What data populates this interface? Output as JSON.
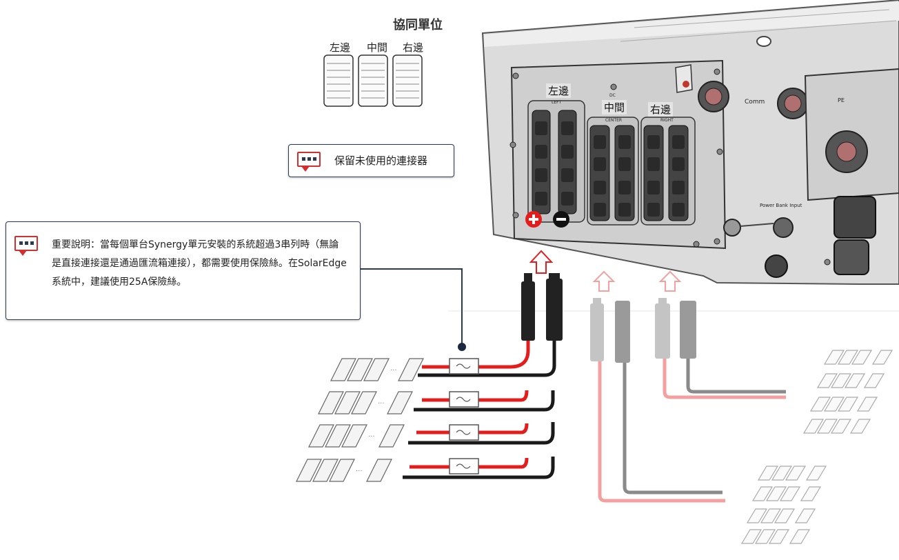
{
  "sync_units": {
    "title": "協同單位",
    "labels": [
      "左邊",
      "中間",
      "右邊"
    ]
  },
  "terminal_labels": [
    "左邊",
    "中間",
    "右邊"
  ],
  "notes": {
    "reserve_connectors": "保留未使用的連接器",
    "important": "重要說明：當每個單台Synergy單元安裝的系統超過3串列時（無論是直接連接還是通過匯流箱連接），都需要使用保險絲。在SolarEdge系統中，建議使用25A保險絲。"
  },
  "inverter_labels": {
    "comm": "Comm",
    "pe": "PE",
    "power_bank": "Power Bank Input",
    "left_small": "LEFT",
    "center_small": "CENTER",
    "right_small": "RIGHT",
    "dc_small": "DC"
  },
  "colors": {
    "positive": "#e51c1c",
    "negative": "#1a1a1a",
    "faded_positive": "#f4a0a0",
    "faded_negative": "#8a8a8a",
    "callout_border": "#2b3a52",
    "icon_red": "#d32f2f"
  }
}
